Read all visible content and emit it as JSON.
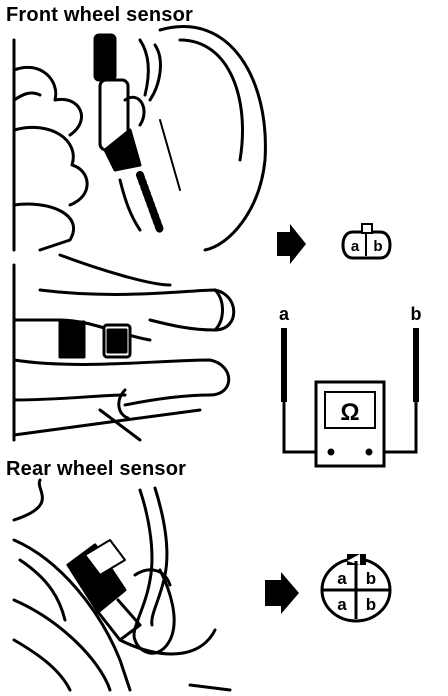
{
  "front_title": "Front wheel sensor",
  "rear_title": "Rear wheel sensor",
  "front_connector": {
    "pin_a": "a",
    "pin_b": "b"
  },
  "meter": {
    "lead_a": "a",
    "lead_b": "b",
    "symbol": "Ω"
  },
  "rear_connector": {
    "top_left": "a",
    "top_right": "b",
    "bottom_left": "a",
    "bottom_right": "b"
  }
}
